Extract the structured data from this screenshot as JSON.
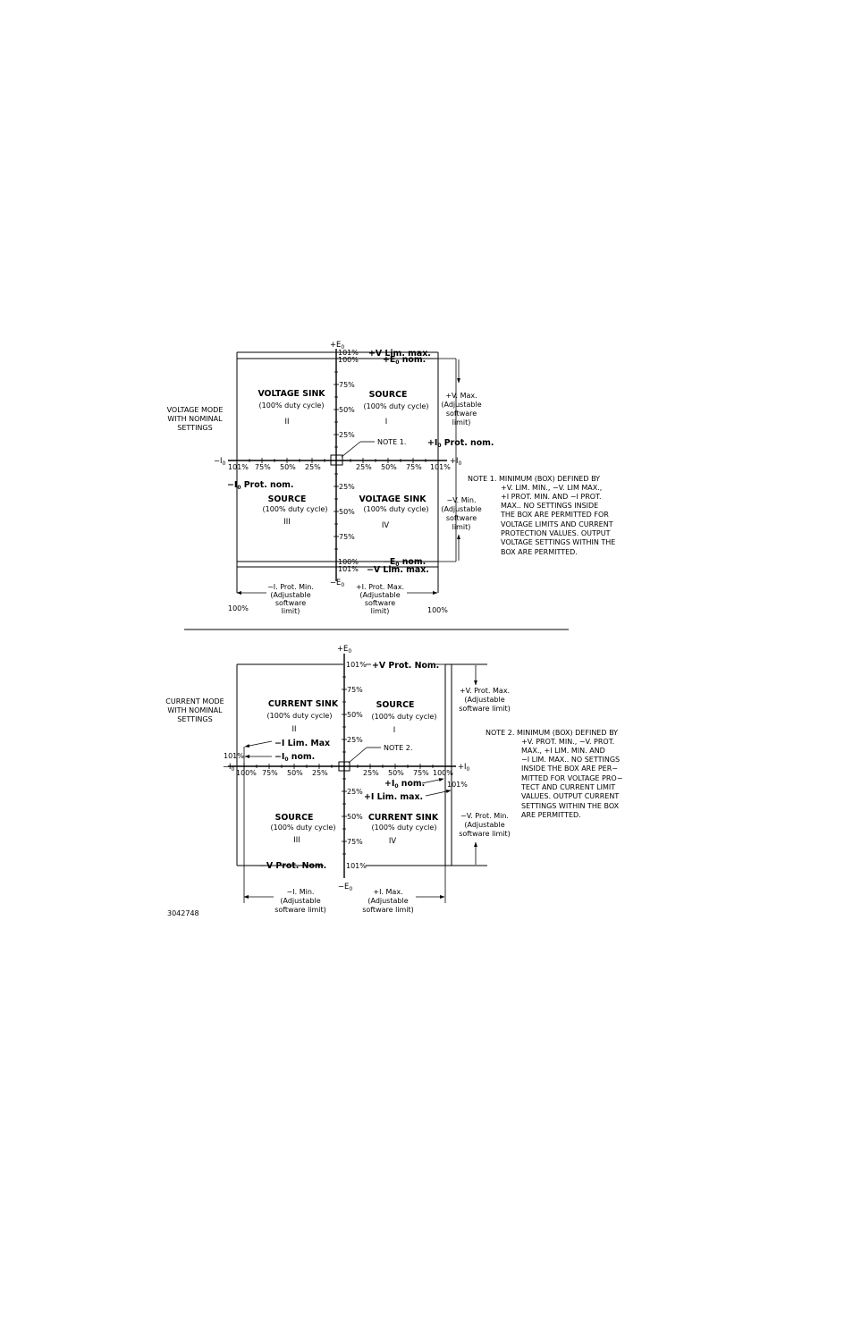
{
  "v": {
    "ep": "+E",
    "epsub": "0",
    "en": "−E",
    "ensub": "0",
    "ineg": "−I",
    "inegsub": "0",
    "ipos": "+I",
    "ipossub": "0",
    "mode": [
      "VOLTAGE MODE",
      "WITH NOMINAL",
      "SETTINGS"
    ],
    "vlimmax_pos": "+V  Lim.  max.",
    "ep_nom_pre": "+E",
    "ep_nom_suf": " nom.",
    "vlimmax_neg": "−V  Lim.  max.",
    "en_nom_pre": "−E",
    "en_nom_suf": " nom.",
    "vmax": [
      "+V. Max.",
      "(Adjustable",
      "software",
      "limit)"
    ],
    "vmin": [
      "−V. Min.",
      "(Adjustable",
      "software",
      "limit)"
    ],
    "ip_prot_pre": "+I",
    "ip_prot_suf": " Prot.  nom.",
    "in_prot_pre": "−I",
    "in_prot_suf": " Prot.  nom.",
    "q1": {
      "title": "SOURCE",
      "duty": "(100% duty cycle)",
      "roman": "I"
    },
    "q2": {
      "title": "VOLTAGE  SINK",
      "duty": "(100% duty cycle)",
      "roman": "II"
    },
    "q3": {
      "title": "SOURCE",
      "duty": "(100% duty cycle)",
      "roman": "III"
    },
    "q4": {
      "title": "VOLTAGE  SINK",
      "duty": "(100% duty cycle)",
      "roman": "IV"
    },
    "note_ref": "NOTE 1.",
    "x_ticks_left": [
      "101%",
      "75%",
      "50%",
      "25%"
    ],
    "x_ticks_right": [
      "25%",
      "50%",
      "75%",
      "101%"
    ],
    "y_ticks_top": [
      "101%",
      "100%",
      "75%",
      "50%",
      "25%"
    ],
    "y_ticks_bottom": [
      "25%",
      "50%",
      "75%",
      "100%",
      "101%"
    ],
    "iprotmin": [
      "−I. Prot. Min.",
      "(Adjustable",
      "software",
      "limit)"
    ],
    "iprotmax": [
      "+I. Prot. Max.",
      "(Adjustable",
      "software",
      "limit)"
    ],
    "bottom_left": "100%",
    "bottom_right": "100%",
    "note": [
      "NOTE  1.  MINIMUM  (BOX)  DEFINED  BY",
      "+V.  LIM.  MIN.,  −V.  LIM  MAX.,",
      "+I  PROT.  MIN.  AND  −I  PROT.",
      "MAX..  NO  SETTINGS  INSIDE",
      "THE  BOX  ARE  PERMITTED  FOR",
      "VOLTAGE  LIMITS  AND  CURRENT",
      "PROTECTION  VALUES.  OUTPUT",
      "VOLTAGE  SETTINGS  WITHIN  THE",
      "BOX  ARE  PERMITTED."
    ]
  },
  "c": {
    "ep": "+E",
    "epsub": "0",
    "en": "−E",
    "ensub": "0",
    "ineg": "−I",
    "inegsub": "0",
    "ipos": "+I",
    "ipossub": "0",
    "mode": [
      "CURRENT MODE",
      "WITH NOMINAL",
      "SETTINGS"
    ],
    "vprot_nom_pos": "+V  Prot.  Nom.",
    "vprot_nom_neg": "−V  Prot.  Nom.",
    "vprotmax": [
      "+V. Prot. Max.",
      "(Adjustable",
      "software limit)"
    ],
    "vprotmin": [
      "−V. Prot. Min.",
      "(Adjustable",
      "software limit)"
    ],
    "ilimmax_neg": "−I  Lim.  Max",
    "in_nom_pre": "−I",
    "in_nom_suf": " nom.",
    "ip_nom_pre": "+I",
    "ip_nom_suf": " nom.",
    "ilimmax_pos": "+I  Lim.  max.",
    "left_101": "101%",
    "right_101": "101%",
    "q1": {
      "title": "SOURCE",
      "duty": "(100% duty cycle)",
      "roman": "I"
    },
    "q2": {
      "title": "CURRENT  SINK",
      "duty": "(100% duty cycle)",
      "roman": "II"
    },
    "q3": {
      "title": "SOURCE",
      "duty": "(100% duty cycle)",
      "roman": "III"
    },
    "q4": {
      "title": "CURRENT  SINK",
      "duty": "(100% duty cycle)",
      "roman": "IV"
    },
    "note_ref": "NOTE 2.",
    "x_ticks_left": [
      "100%",
      "75%",
      "50%",
      "25%"
    ],
    "x_ticks_right": [
      "25%",
      "50%",
      "75%",
      "100%"
    ],
    "y_ticks_top": [
      "101%",
      "75%",
      "50%",
      "25%"
    ],
    "y_ticks_bottom": [
      "25%",
      "50%",
      "75%",
      "101%"
    ],
    "imin": [
      "−I. Min.",
      "(Adjustable",
      "software limit)"
    ],
    "imax": [
      "+I. Max.",
      "(Adjustable",
      "software limit)"
    ],
    "figure_id": "3042748",
    "note": [
      "NOTE  2.  MINIMUM  (BOX)  DEFINED  BY",
      "+V.  PROT.  MIN.,  −V.  PROT.",
      "MAX.,  +I  LIM.  MIN.  AND",
      "−I  LIM.  MAX..  NO  SETTINGS",
      "INSIDE   THE  BOX  ARE  PER−",
      "MITTED  FOR  VOLTAGE  PRO−",
      "TECT  AND  CURRENT  LIMIT",
      "VALUES.  OUTPUT  CURRENT",
      "SETTINGS  WITHIN  THE  BOX",
      "ARE  PERMITTED."
    ]
  }
}
